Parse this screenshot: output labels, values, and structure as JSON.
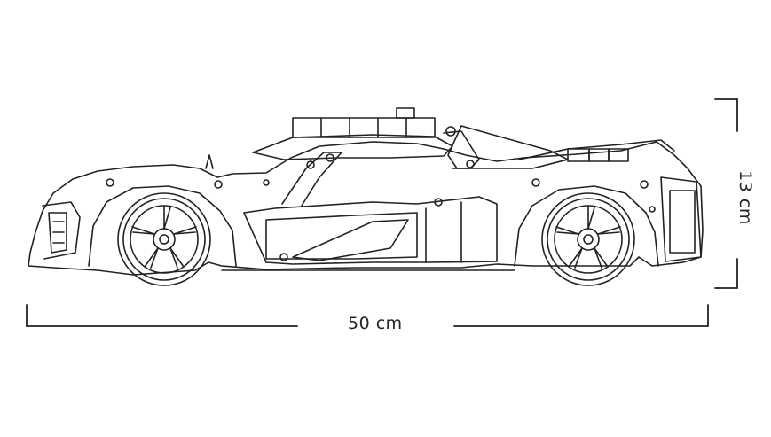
{
  "dimensions": {
    "width_label": "50 cm",
    "height_label": "13 cm"
  },
  "drawing": {
    "subject": "race-car-line-art",
    "line_color": "#222222",
    "background_color": "#ffffff"
  }
}
